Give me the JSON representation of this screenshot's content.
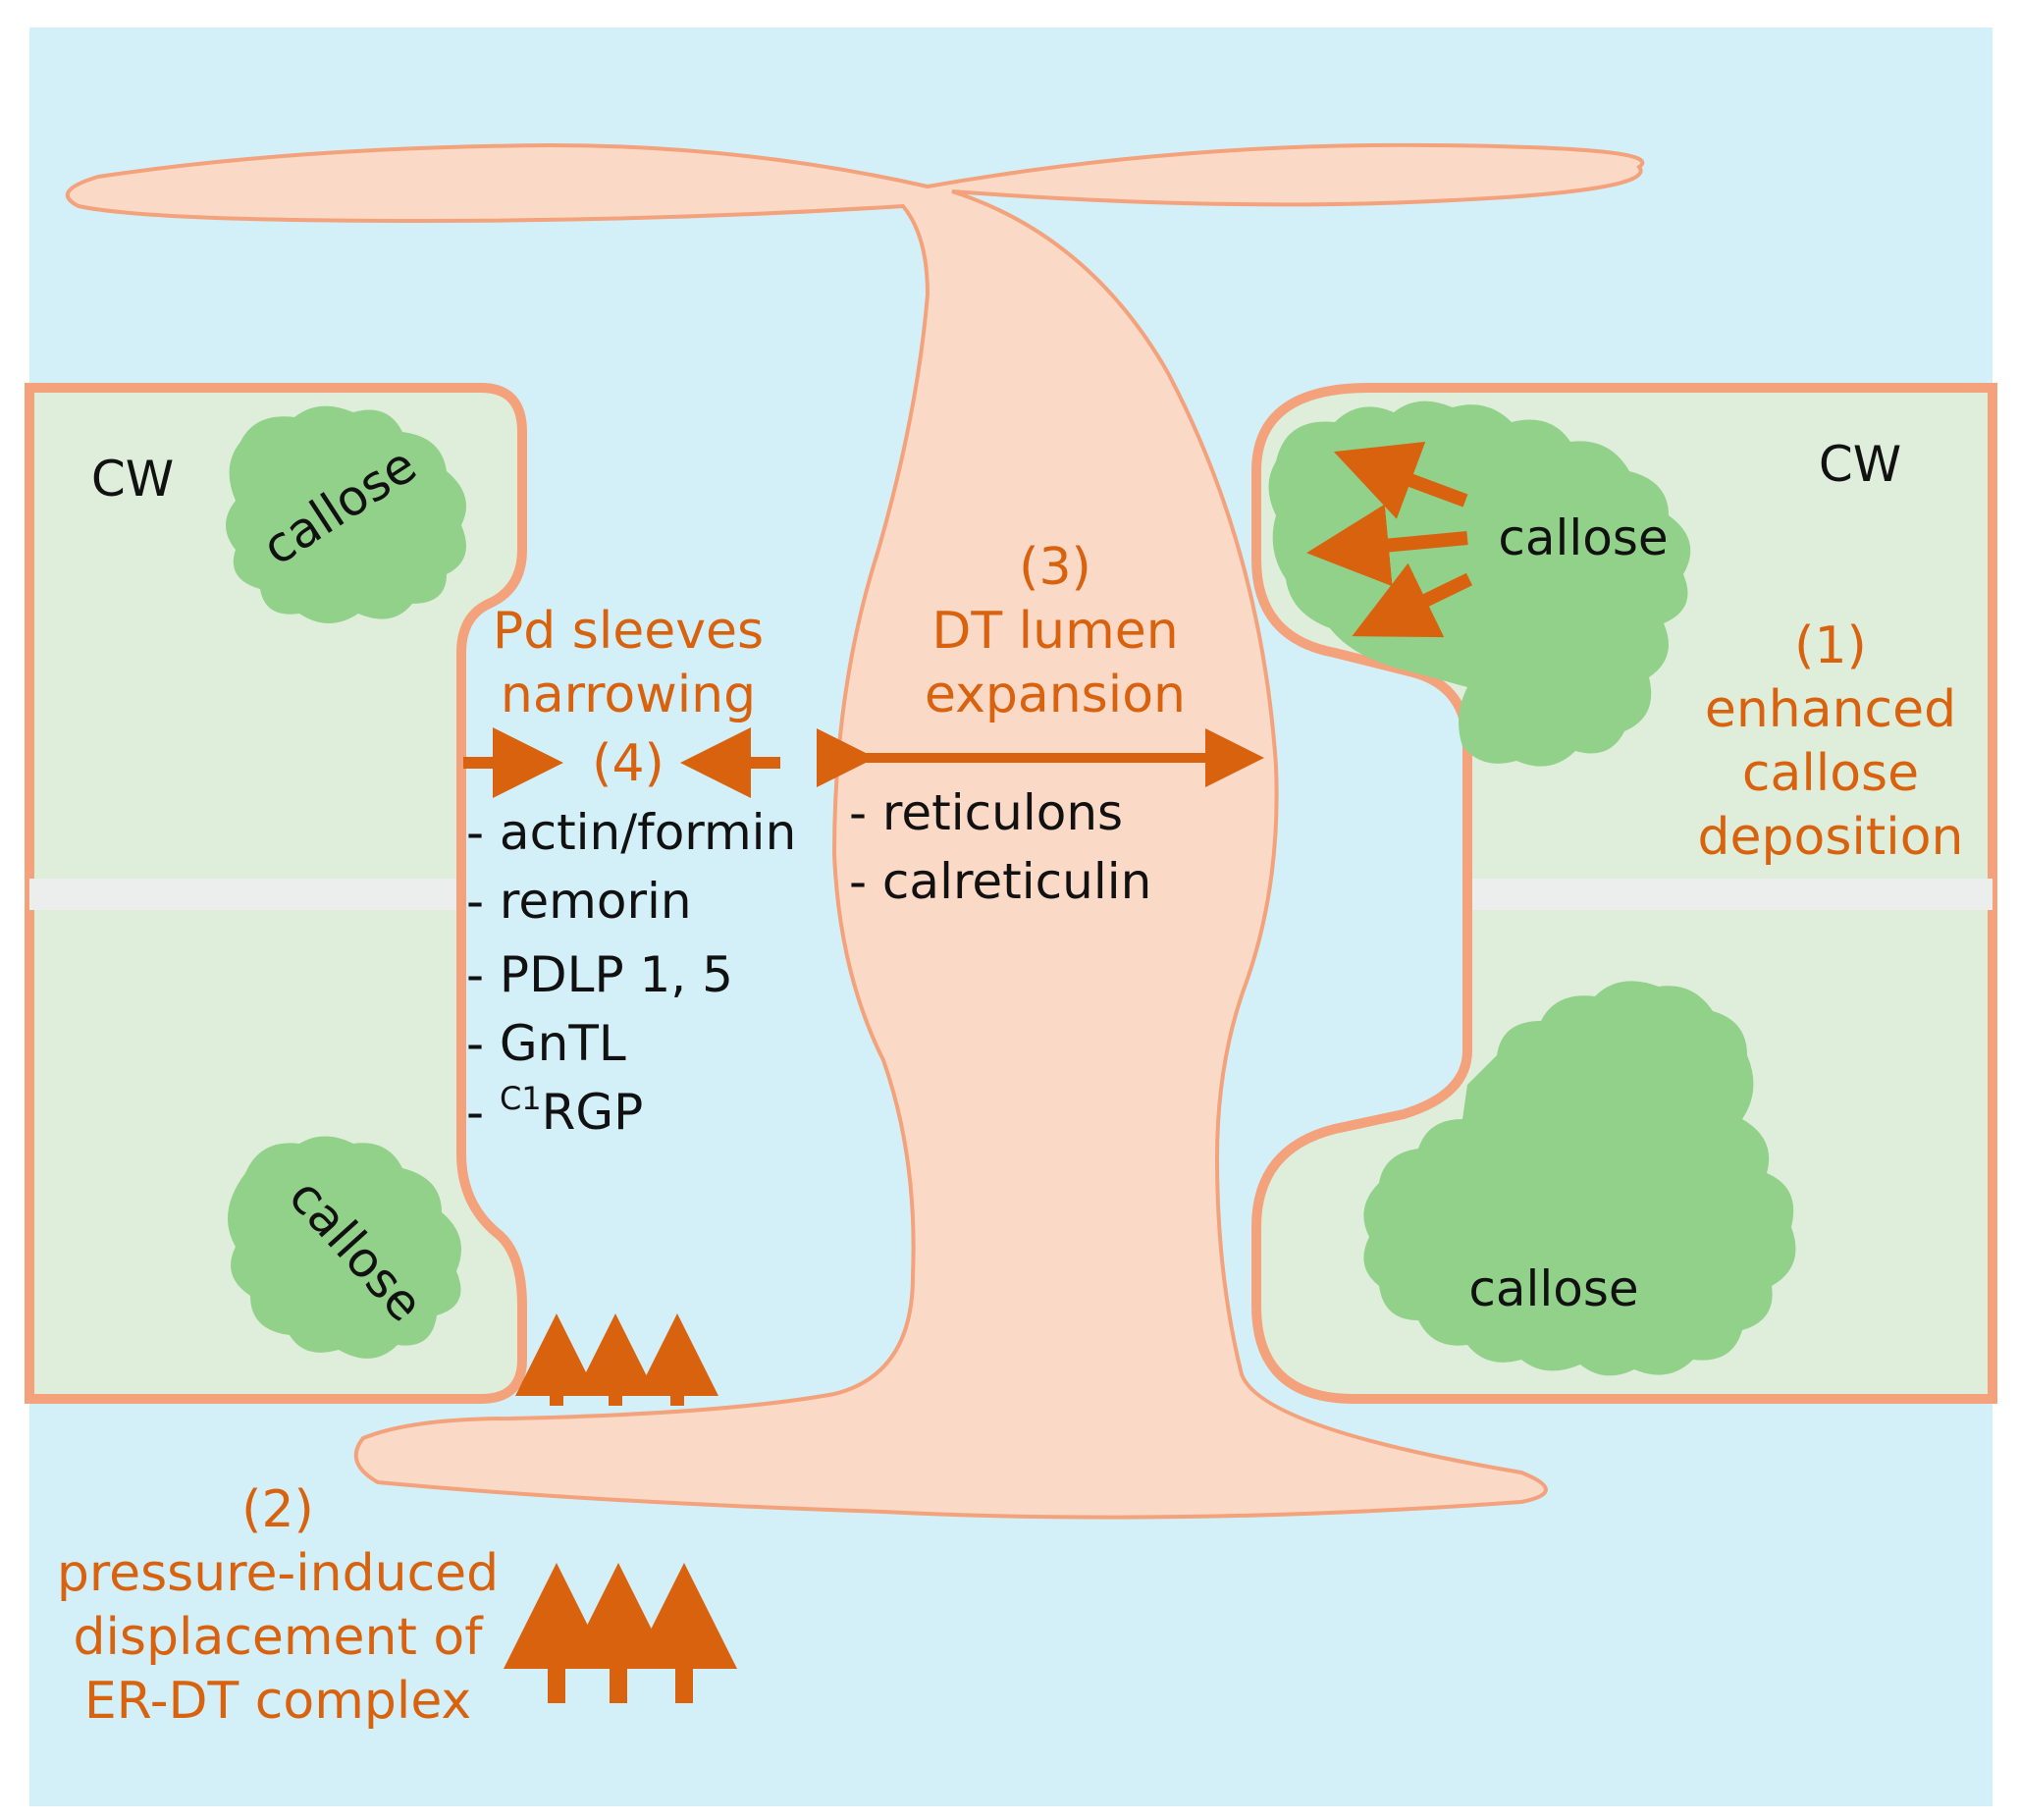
{
  "colors": {
    "background": "#d3f0f8",
    "cell_wall": "#deeedb",
    "cell_wall_gap": "#eceeee",
    "membrane": "#fad9c6",
    "membrane_stroke": "#f3a27c",
    "callose": "#92d18a",
    "arrow": "#d9620f",
    "label_orange": "#d9620f",
    "label_black": "#111111"
  },
  "cell_wall": {
    "left_label": "CW",
    "right_label": "CW"
  },
  "callose": {
    "top_left": "callose",
    "bottom_left": "callose",
    "top_right": "callose",
    "bottom_right": "callose"
  },
  "step1": {
    "number": "(1)",
    "line1": "enhanced",
    "line2": "callose",
    "line3": "deposition"
  },
  "step2": {
    "number": "(2)",
    "line1": "pressure-induced",
    "line2": "displacement of",
    "line3": "ER-DT complex"
  },
  "step3": {
    "number": "(3)",
    "line1": "DT lumen",
    "line2": "expansion"
  },
  "step4": {
    "line1": "Pd sleeves",
    "line2": "narrowing",
    "number": "(4)"
  },
  "dt_factors": [
    "- reticulons",
    "- calreticulin"
  ],
  "sleeve_factors": {
    "items": [
      "- actin/formin",
      "- remorin",
      "- PDLP 1, 5",
      "- GnTL"
    ],
    "last_prefix": "- ",
    "last_superscript": "C1",
    "last_main": "RGP"
  }
}
